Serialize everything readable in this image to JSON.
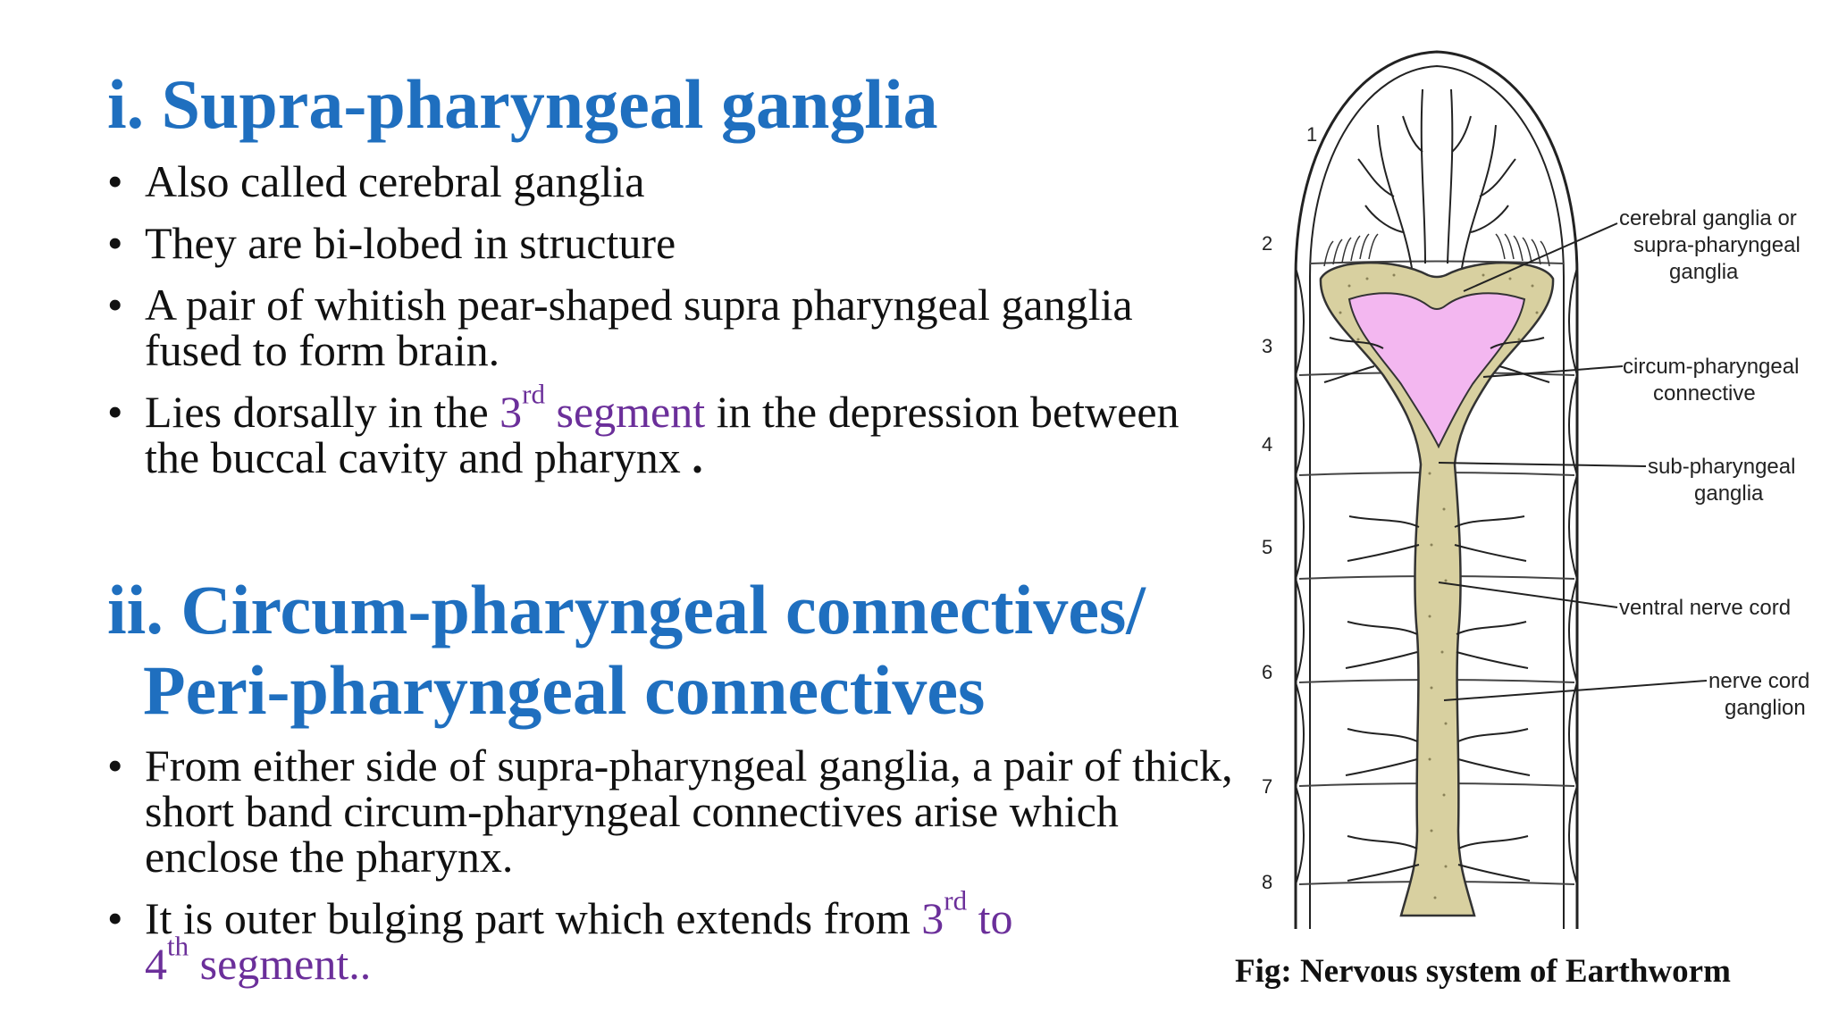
{
  "section1": {
    "heading": "i. Supra-pharyngeal ganglia",
    "bullets": [
      "Also called cerebral ganglia",
      "They are bi-lobed in structure",
      "A pair of whitish pear-shaped supra pharyngeal ganglia fused to form brain.",
      {
        "before": "Lies dorsally in the ",
        "hl_num": "3",
        "hl_sup": "rd",
        "hl_rest": " segment",
        "after": " in the depression between the buccal cavity and pharynx ",
        "tail": "."
      }
    ]
  },
  "section2": {
    "heading_line1": "ii. Circum-pharyngeal connectives/",
    "heading_line2": "Peri-pharyngeal connectives",
    "bullets": [
      "From either side of supra-pharyngeal ganglia, a pair of thick, short band circum-pharyngeal connectives arise which enclose the pharynx.",
      {
        "before": "It is outer bulging part which extends from ",
        "hl1_num": "3",
        "hl1_sup": "rd",
        "hl1_rest": " to",
        "hl2_num": "4",
        "hl2_sup": "th",
        "hl2_rest": " segment.."
      }
    ]
  },
  "figure": {
    "caption": "Fig:  Nervous system of Earthworm",
    "segment_numbers": [
      "1",
      "2",
      "3",
      "4",
      "5",
      "6",
      "7",
      "8"
    ],
    "labels": {
      "cerebral_1": "cerebral ganglia or",
      "cerebral_2": "supra-pharyngeal",
      "cerebral_3": "ganglia",
      "circum_1": "circum-pharyngeal",
      "circum_2": "connective",
      "sub_1": "sub-pharyngeal",
      "sub_2": "ganglia",
      "ventral": "ventral nerve cord",
      "ganglion_1": "nerve cord",
      "ganglion_2": "ganglion"
    },
    "colors": {
      "ganglia_fill": "#d8d0a0",
      "pharynx_fill": "#f3b7f0"
    }
  },
  "colors": {
    "heading": "#1f6fbf",
    "highlight": "#6b2f9a"
  }
}
